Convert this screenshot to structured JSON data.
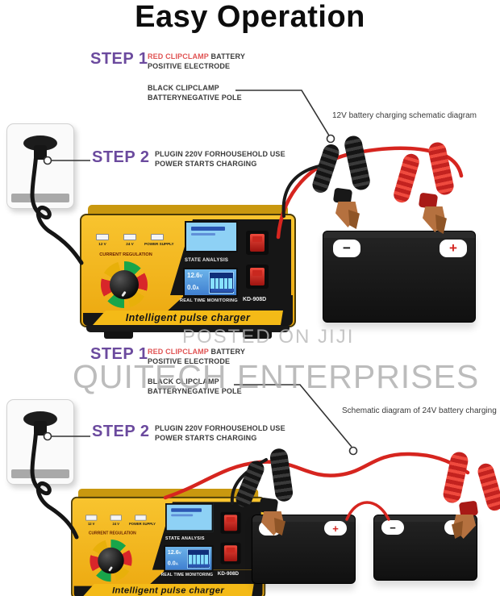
{
  "title": "Easy Operation",
  "watermark": {
    "line1": "POSTED ON JIJI",
    "line2": "QUITECH ENTERPRISES"
  },
  "instructions": {
    "step1_label": "STEP 1",
    "step1_red": "RED CLIPCLAMP",
    "step1_after": "BATTERY",
    "step1_line2": "POSITIVE ELECTRODE",
    "black_line1": "BLACK CLIPCLAMP",
    "black_line2": "BATTERYNEGATIVE POLE",
    "step2_label": "STEP 2",
    "step2_line1": "PLUGIN 220V FORHOUSEHOLD USE",
    "step2_line2": "POWER STARTS CHARGING"
  },
  "captions": {
    "top": "12V battery charging schematic diagram",
    "bottom": "Schematic diagram of 24V battery charging"
  },
  "charger": {
    "indicators": {
      "v12": "12 V",
      "v24": "24 V",
      "power": "POWER SUPPLY"
    },
    "knob_label": "CURRENT REGULATION",
    "screen1_label": "STATE ANALYSIS",
    "screen2_label": "REAL TIME MONITORING",
    "lcd": {
      "voltage": "12.6",
      "voltage_unit": "V",
      "current": "0.0",
      "current_unit": "A"
    },
    "model": "KD-908D",
    "brand": "Intelligent pulse charger"
  },
  "battery": {
    "minus": "−",
    "plus": "+"
  },
  "colors": {
    "step_purple": "#6B4A9E",
    "highlight_red": "#E05353",
    "charger_yellow": "#F2B41E",
    "wire_red": "#D6251F",
    "lcd_blue": "#8ED1F5",
    "watermark_gray": "#B5B5B5"
  }
}
